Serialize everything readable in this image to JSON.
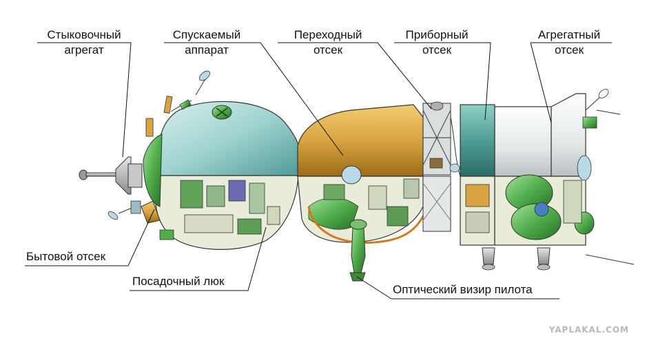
{
  "labels": {
    "docking_unit": [
      "Стыковочный",
      "агрегат"
    ],
    "descent_module": [
      "Спускаемый",
      "аппарат"
    ],
    "transfer_compartment": [
      "Переходный",
      "отсек"
    ],
    "instrument_compartment": [
      "Приборный",
      "отсек"
    ],
    "propulsion_compartment": [
      "Агрегатный",
      "отсек"
    ],
    "orbital_module": "Бытовой отсек",
    "landing_hatch": "Посадочный люк",
    "optical_sight": "Оптический визир пилота"
  },
  "watermark": "YAPLAKAL.COM",
  "colors": {
    "hull_blue": "#9fd3cf",
    "hull_gold": "#d9a441",
    "hull_green": "#4fae4a",
    "hull_white": "#eef2f2",
    "interior": "#e9ecd9"
  }
}
